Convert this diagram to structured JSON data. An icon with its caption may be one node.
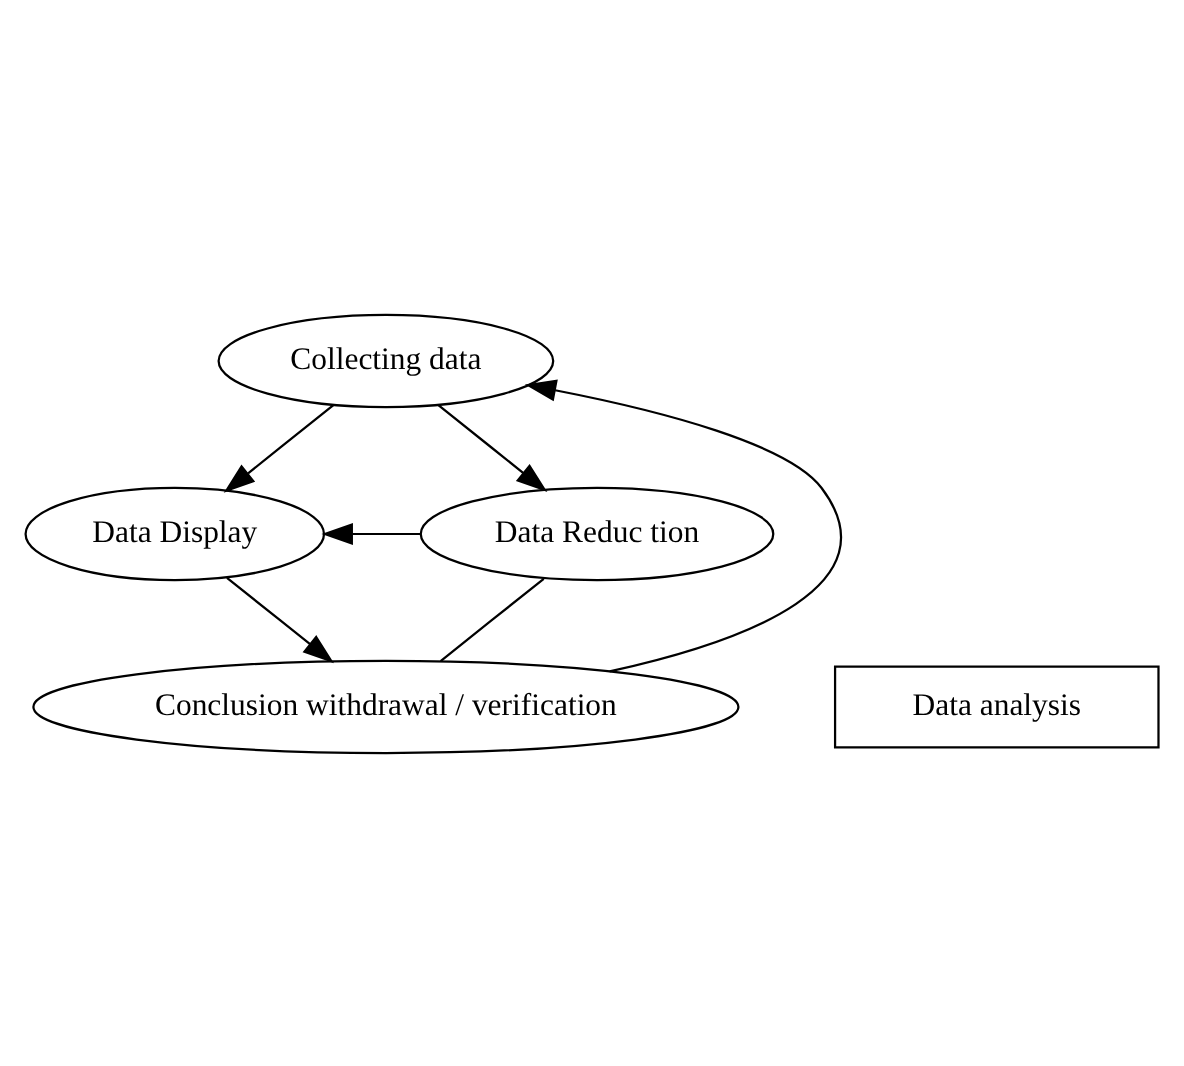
{
  "diagram": {
    "nodes": [
      {
        "text": [
          "Collecting data"
        ]
      },
      {
        "text": [
          "Data Display"
        ]
      },
      {
        "text": [
          "Data Reduc tion"
        ]
      },
      {
        "text": [
          "Conclusion withdrawal / verification"
        ]
      },
      {
        "text": [
          "Data analysis"
        ]
      }
    ],
    "edges": [
      {
        "from": 0,
        "to": 1,
        "arrow": "to"
      },
      {
        "from": 0,
        "to": 2,
        "arrow": "to"
      },
      {
        "from": 2,
        "to": 1,
        "arrow": "to"
      },
      {
        "from": 1,
        "to": 3,
        "arrow": "to"
      },
      {
        "from": 2,
        "to": 3,
        "arrow": "none"
      },
      {
        "from": 3,
        "to": 0,
        "arrow": "to"
      }
    ]
  }
}
